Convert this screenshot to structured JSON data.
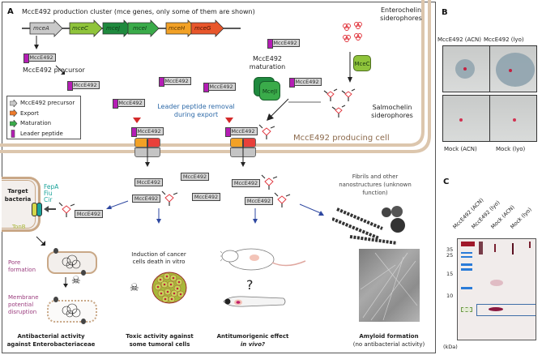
{
  "panels": {
    "A": {
      "letter": "A",
      "title": "MccE492 production cluster (mce genes, only some of them are shown)",
      "genes": [
        {
          "name": "mceA",
          "color": "#c9c9c9",
          "role": "precursor"
        },
        {
          "name": "mceC",
          "color": "#8fc43b",
          "role": "maturation"
        },
        {
          "name": "mceJ",
          "color": "#1f8a3e",
          "role": "maturation"
        },
        {
          "name": "mceI",
          "color": "#3aab4a",
          "role": "maturation"
        },
        {
          "name": "mceH",
          "color": "#f2a126",
          "role": "export"
        },
        {
          "name": "mceG",
          "color": "#e8562b",
          "role": "export"
        }
      ],
      "peptide_label": "MccE492",
      "precursor_label": "MccE492 precursor",
      "maturation_label": "MccE492 maturation",
      "enzyme_mceJI": "MceJI",
      "enzyme_mceC": "MceC",
      "enterochelin_label": "Enterochelin siderophores",
      "salmochelin_label": "Salmochelin siderophores",
      "leader_removal_label": "Leader peptide removal during export",
      "producing_cell_label": "MccE492 producing cell",
      "legend": [
        {
          "label": "MccE492 precursor",
          "icon": "gray-arrow-icon",
          "color": "#c9c9c9"
        },
        {
          "label": "Export",
          "icon": "orange-arrow-icon",
          "color": "#ee7a2b"
        },
        {
          "label": "Maturation",
          "icon": "green-arrow-icon",
          "color": "#3aab4a"
        },
        {
          "label": "Leader peptide",
          "icon": "purple-box-icon",
          "color": "#b51db5"
        }
      ],
      "target": {
        "title": "Target bacteria",
        "receptors": [
          "FepA",
          "Fiu",
          "Cir"
        ],
        "tonb": "TonB",
        "pore_formation": "Pore formation",
        "membrane_disruption": "Membrane potential disruption"
      },
      "fibrils_label": "Fibrils and other nanostructures (unknown function)",
      "cancer_label": "Induction of cancer cells death in vitro",
      "question_mark": "?",
      "outcomes": [
        {
          "line1": "Antibacterial activity",
          "line2": "against Enterobacteriaceae"
        },
        {
          "line1": "Toxic activity against",
          "line2": "some tumoral cells"
        },
        {
          "line1": "Antitumorigenic effect",
          "line2": "in vivo?"
        },
        {
          "line1": "Amyloid formation",
          "line2": "(no antibacterial activity)"
        }
      ]
    },
    "B": {
      "letter": "B",
      "plates": [
        {
          "label": "MccE492 (ACN)",
          "halo": "small"
        },
        {
          "label": "MccE492 (lyo)",
          "halo": "large"
        },
        {
          "label": "Mock (ACN)",
          "halo": "none"
        },
        {
          "label": "Mock (lyo)",
          "halo": "none"
        }
      ]
    },
    "C": {
      "letter": "C",
      "lanes": [
        "MccE492 (ACN)",
        "MccE492 (lyo)",
        "Mock (ACN)",
        "Mock (lyo)"
      ],
      "markers": [
        "35",
        "25",
        "15",
        "10"
      ],
      "unit": "(kDa)"
    }
  },
  "colors": {
    "membrane": "#dcc6ad",
    "leader": "#b51db5",
    "siderophore": "#e0323a",
    "blue_arrow": "#2d47a0",
    "highlight_box": "#3f6ea8"
  }
}
